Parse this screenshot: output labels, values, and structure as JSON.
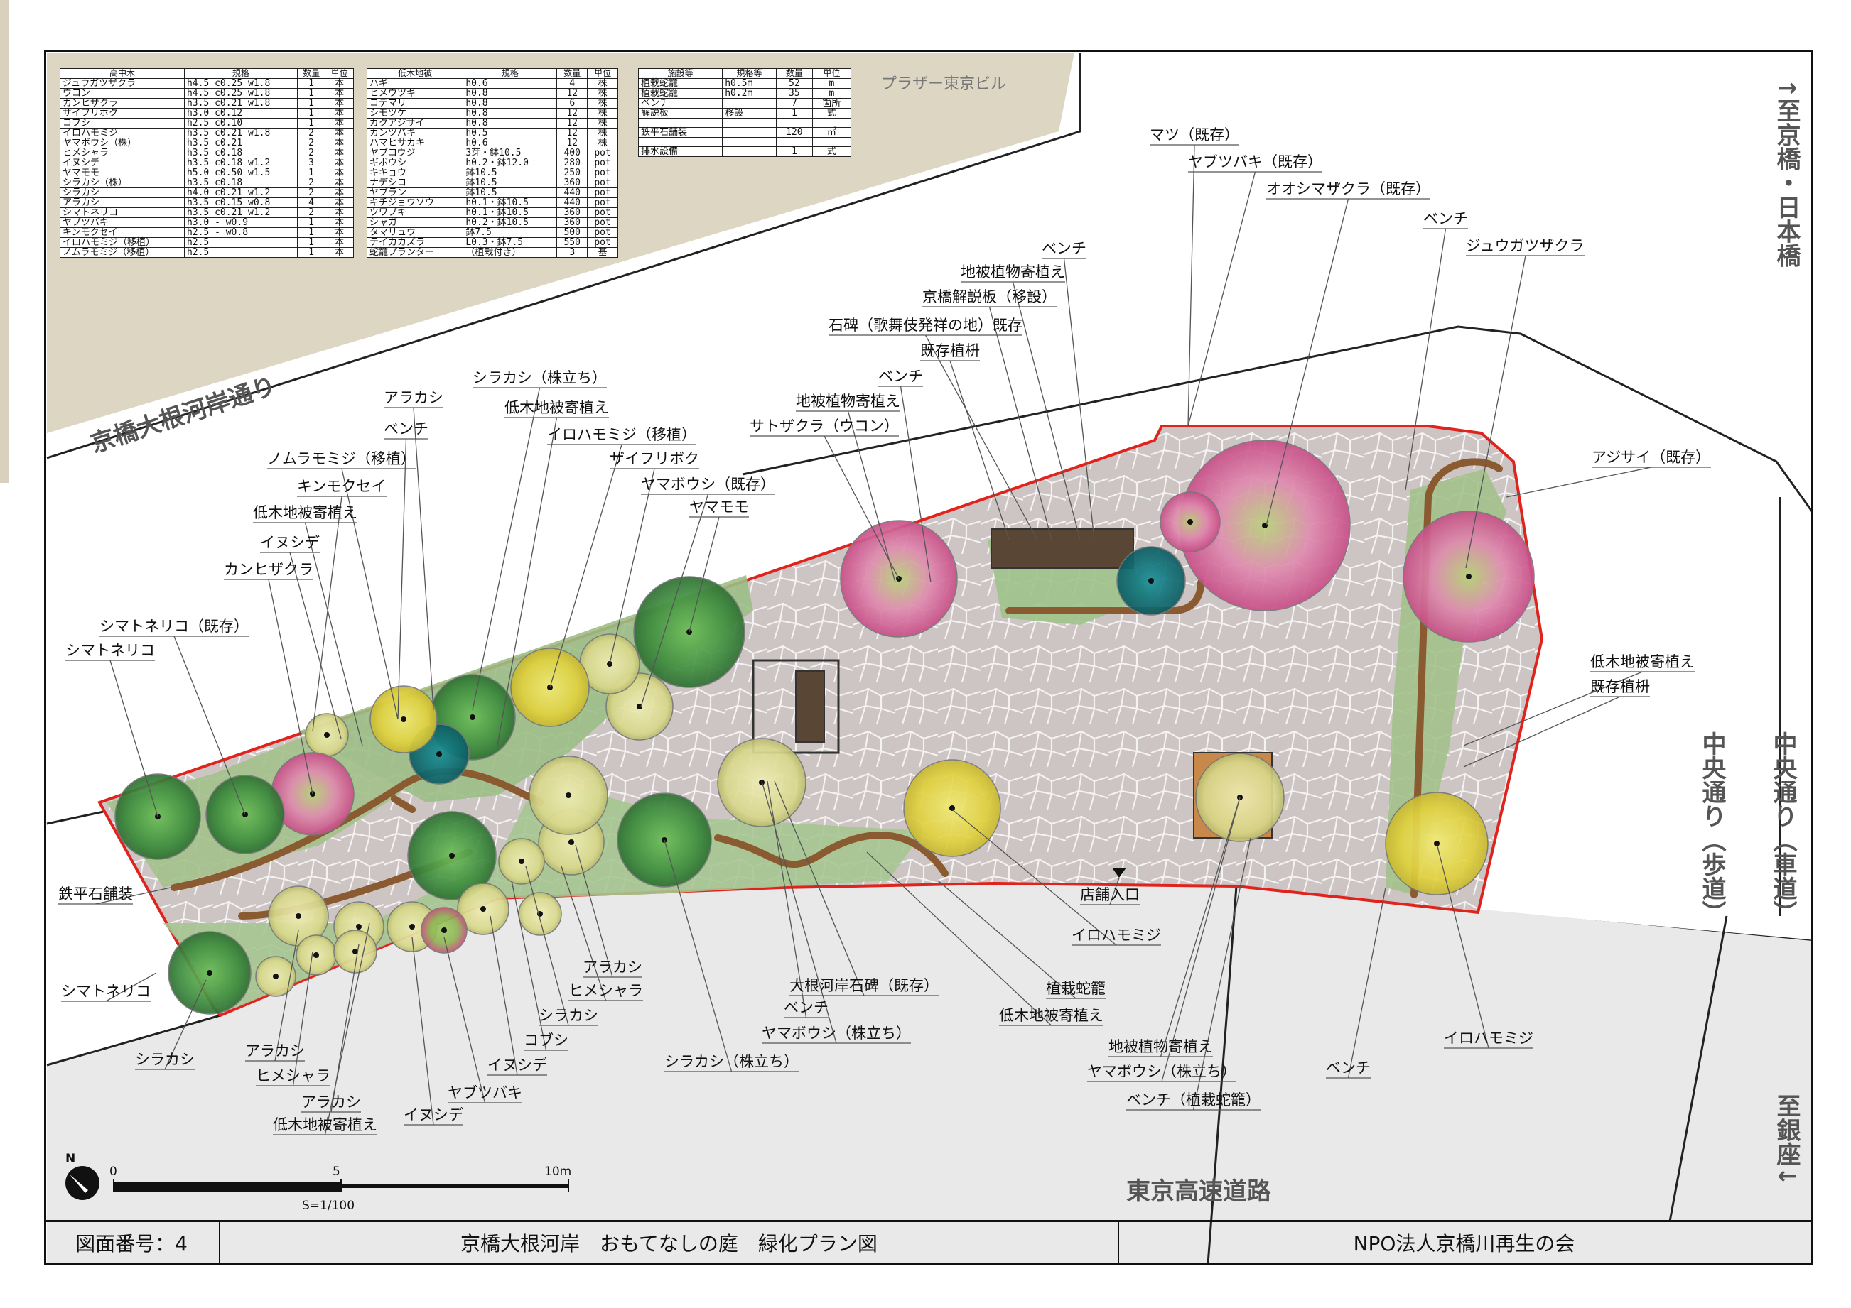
{
  "header": {
    "building": "プラザー東京ビル"
  },
  "streets": {
    "north_west": "京橋大根河岸通り",
    "north_east": "↑至京橋・日本橋",
    "east_walk": "中央通り（歩道）",
    "east_road": "中央通り（車道）",
    "south_east": "至銀座↓",
    "south": "東京高速道路"
  },
  "tables": {
    "trees": {
      "headers": [
        "高中木",
        "規格",
        "数量",
        "単位"
      ],
      "rows": [
        [
          "ジュウガツザクラ",
          "h4.5 c0.25 w1.8",
          "1",
          "本"
        ],
        [
          "ウコン",
          "h4.5 c0.25 w1.8",
          "1",
          "本"
        ],
        [
          "カンヒザクラ",
          "h3.5 c0.21 w1.8",
          "1",
          "本"
        ],
        [
          "ザイフリボク",
          "h3.0 c0.12",
          "1",
          "本"
        ],
        [
          "コブシ",
          "h2.5 c0.10",
          "1",
          "本"
        ],
        [
          "イロハモミジ",
          "h3.5 c0.21 w1.8",
          "2",
          "本"
        ],
        [
          "ヤマボウシ（株）",
          "h3.5 c0.21",
          "2",
          "本"
        ],
        [
          "ヒメシャラ",
          "h3.5 c0.18",
          "2",
          "本"
        ],
        [
          "イヌシデ",
          "h3.5 c0.18 w1.2",
          "3",
          "本"
        ],
        [
          "ヤマモモ",
          "h5.0 c0.50 w1.5",
          "1",
          "本"
        ],
        [
          "シラカシ（株）",
          "h3.5 c0.18",
          "2",
          "本"
        ],
        [
          "シラカシ",
          "h4.0 c0.21 w1.2",
          "2",
          "本"
        ],
        [
          "アラカシ",
          "h3.5 c0.15 w0.8",
          "4",
          "本"
        ],
        [
          "シマトネリコ",
          "h3.5 c0.21 w1.2",
          "2",
          "本"
        ],
        [
          "ヤブツバキ",
          "h3.0 - w0.9",
          "1",
          "本"
        ],
        [
          "キンモクセイ",
          "h2.5 - w0.8",
          "1",
          "本"
        ],
        [
          "イロハモミジ（移植）",
          "h2.5",
          "1",
          "本"
        ],
        [
          "ノムラモミジ（移植）",
          "h2.5",
          "1",
          "本"
        ]
      ]
    },
    "shrubs": {
      "headers": [
        "低木地被",
        "規格",
        "数量",
        "単位"
      ],
      "rows": [
        [
          "ハギ",
          "h0.6",
          "4",
          "株"
        ],
        [
          "ヒメウツギ",
          "h0.8",
          "12",
          "株"
        ],
        [
          "コデマリ",
          "h0.8",
          "6",
          "株"
        ],
        [
          "シモツケ",
          "h0.8",
          "12",
          "株"
        ],
        [
          "ガクアジサイ",
          "h0.8",
          "12",
          "株"
        ],
        [
          "カンツバキ",
          "h0.5",
          "12",
          "株"
        ],
        [
          "ハマヒサカキ",
          "h0.6",
          "12",
          "株"
        ],
        [
          "ヤブコウジ",
          "3芽・鉢10.5",
          "400",
          "pot"
        ],
        [
          "ギボウシ",
          "h0.2・鉢12.0",
          "280",
          "pot"
        ],
        [
          "キキョウ",
          "鉢10.5",
          "250",
          "pot"
        ],
        [
          "ナデシコ",
          "鉢10.5",
          "360",
          "pot"
        ],
        [
          "ヤブラン",
          "鉢10.5",
          "440",
          "pot"
        ],
        [
          "キチジョウソウ",
          "h0.1・鉢10.5",
          "440",
          "pot"
        ],
        [
          "ツワブキ",
          "h0.1・鉢10.5",
          "360",
          "pot"
        ],
        [
          "シャガ",
          "h0.2・鉢10.5",
          "360",
          "pot"
        ],
        [
          "タマリュウ",
          "鉢7.5",
          "500",
          "pot"
        ],
        [
          "テイカカズラ",
          "L0.3・鉢7.5",
          "550",
          "pot"
        ],
        [
          "蛇籠プランター",
          "（植栽付き）",
          "3",
          "基"
        ]
      ]
    },
    "facilities": {
      "headers": [
        "施設等",
        "規格等",
        "数量",
        "単位"
      ],
      "rows": [
        [
          "植栽蛇籠",
          "h0.5m",
          "52",
          "m"
        ],
        [
          "植栽蛇籠",
          "h0.2m",
          "35",
          "m"
        ],
        [
          "ベンチ",
          "",
          "7",
          "箇所"
        ],
        [
          "解説板",
          "移設",
          "1",
          "式"
        ],
        [
          "",
          "",
          "",
          ""
        ],
        [
          "鉄平石舗装",
          "",
          "120",
          "㎡"
        ],
        [
          "",
          "",
          "",
          ""
        ],
        [
          "排水設備",
          "",
          "1",
          "式"
        ]
      ]
    }
  },
  "labels": [
    {
      "id": "l1",
      "text": "マツ（既存）"
    },
    {
      "id": "l2",
      "text": "ヤブツバキ（既存）"
    },
    {
      "id": "l3",
      "text": "オオシマザクラ（既存）"
    },
    {
      "id": "l4",
      "text": "ベンチ"
    },
    {
      "id": "l5",
      "text": "ジュウガツザクラ"
    },
    {
      "id": "l6",
      "text": "ベンチ"
    },
    {
      "id": "l7",
      "text": "地被植物寄植え"
    },
    {
      "id": "l8",
      "text": "京橋解説板（移設）"
    },
    {
      "id": "l9",
      "text": "石碑（歌舞伎発祥の地）既存"
    },
    {
      "id": "l10",
      "text": "既存植枡"
    },
    {
      "id": "l11",
      "text": "ベンチ"
    },
    {
      "id": "l12",
      "text": "地被植物寄植え"
    },
    {
      "id": "l13",
      "text": "サトザクラ（ウコン）"
    },
    {
      "id": "l14",
      "text": "アラカシ"
    },
    {
      "id": "l15",
      "text": "シラカシ（株立ち）"
    },
    {
      "id": "l16",
      "text": "低木地被寄植え"
    },
    {
      "id": "l17",
      "text": "ベンチ"
    },
    {
      "id": "l18",
      "text": "イロハモミジ（移植）"
    },
    {
      "id": "l19",
      "text": "ノムラモミジ（移植）"
    },
    {
      "id": "l20",
      "text": "ザイフリボク"
    },
    {
      "id": "l21",
      "text": "キンモクセイ"
    },
    {
      "id": "l22",
      "text": "ヤマボウシ（既存）"
    },
    {
      "id": "l23",
      "text": "低木地被寄植え"
    },
    {
      "id": "l24",
      "text": "ヤマモモ"
    },
    {
      "id": "l25",
      "text": "イヌシデ"
    },
    {
      "id": "l26",
      "text": "カンヒザクラ"
    },
    {
      "id": "l27",
      "text": "シマトネリコ（既存）"
    },
    {
      "id": "l28",
      "text": "シマトネリコ"
    },
    {
      "id": "l29",
      "text": "アジサイ（既存）"
    },
    {
      "id": "l30",
      "text": "低木地被寄植え"
    },
    {
      "id": "l31",
      "text": "既存植枡"
    },
    {
      "id": "l32",
      "text": "鉄平石舗装"
    },
    {
      "id": "l33",
      "text": "店舗入口"
    },
    {
      "id": "l34",
      "text": "イロハモミジ"
    },
    {
      "id": "l35",
      "text": "シマトネリコ"
    },
    {
      "id": "l36",
      "text": "アラカシ"
    },
    {
      "id": "l37",
      "text": "ヒメシャラ"
    },
    {
      "id": "l38",
      "text": "大根河岸石碑（既存）"
    },
    {
      "id": "l39",
      "text": "植栽蛇籠"
    },
    {
      "id": "l40",
      "text": "シラカシ"
    },
    {
      "id": "l41",
      "text": "ベンチ"
    },
    {
      "id": "l42",
      "text": "低木地被寄植え"
    },
    {
      "id": "l43",
      "text": "ヤマボウシ（株立ち）"
    },
    {
      "id": "l44",
      "text": "コブシ"
    },
    {
      "id": "l45",
      "text": "シラカシ"
    },
    {
      "id": "l46",
      "text": "イヌシデ"
    },
    {
      "id": "l47",
      "text": "シラカシ（株立ち）"
    },
    {
      "id": "l48",
      "text": "地被植物寄植え"
    },
    {
      "id": "l49",
      "text": "アラカシ"
    },
    {
      "id": "l50",
      "text": "ヒメシャラ"
    },
    {
      "id": "l51",
      "text": "ヤブツバキ"
    },
    {
      "id": "l52",
      "text": "ヤマボウシ（株立ち）"
    },
    {
      "id": "l53",
      "text": "ベンチ"
    },
    {
      "id": "l54",
      "text": "イロハモミジ"
    },
    {
      "id": "l55",
      "text": "アラカシ"
    },
    {
      "id": "l56",
      "text": "ベンチ（植栽蛇籠）"
    },
    {
      "id": "l57",
      "text": "低木地被寄植え"
    },
    {
      "id": "l58",
      "text": "イヌシデ"
    }
  ],
  "scale": {
    "north": "N",
    "tick0": "0",
    "tick5": "5",
    "tick10": "10m",
    "ratio": "S=1/100"
  },
  "title_block": {
    "number": "図面番号：4",
    "title": "京橋大根河岸　おもてなしの庭　緑化プラン図",
    "org": "NPO法人京橋川再生の会"
  },
  "colors": {
    "ground": "#d7d2c8",
    "building": "#ddd6c3",
    "road": "#e9e9e9",
    "pavement": "#cbc2c2",
    "boundary": "#e0231c",
    "gabion": "#8a5a30",
    "green": "#3c8f3c",
    "pink": "#d56a9a",
    "yellow": "#e3d94a",
    "teal": "#1d7a80"
  }
}
